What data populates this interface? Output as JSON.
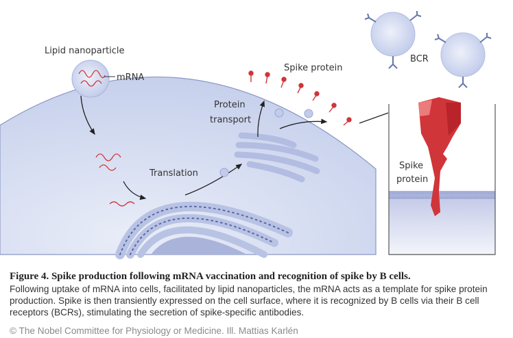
{
  "labels": {
    "lipid_nanoparticle": "Lipid nanoparticle",
    "mrna": "mRNA",
    "translation": "Translation",
    "protein_transport_1": "Protein",
    "protein_transport_2": "transport",
    "spike_protein_top": "Spike protein",
    "bcr": "BCR",
    "spike_inset_1": "Spike",
    "spike_inset_2": "protein"
  },
  "caption": {
    "title": "Figure 4. Spike production following mRNA vaccination and recognition of spike by B cells.",
    "body": "Following uptake of mRNA into cells, facilitated by lipid nanoparticles, the mRNA acts as a template for spike protein production. Spike is then transiently expressed on the cell surface, where it is recognized by B cells via their B cell receptors (BCRs), stimulating the secretion of spike-specific antibodies.",
    "credit": "© The Nobel Committee for Physiology or Medicine. Ill. Mattias Karlén"
  },
  "colors": {
    "cell": "#cdd6ee",
    "spike": "#d0353a",
    "membrane": "#7f8fc0"
  }
}
